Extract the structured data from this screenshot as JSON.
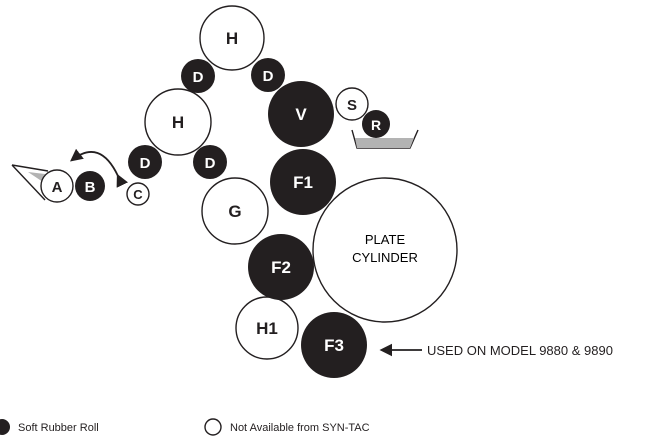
{
  "colors": {
    "soft_roll_fill": "#231f20",
    "hard_roll_fill": "#ffffff",
    "stroke": "#231f20",
    "tray_fill": "#b3b3b3"
  },
  "rolls": {
    "h_top": "H",
    "d_top_left": "D",
    "d_top_right": "D",
    "h_mid": "H",
    "v": "V",
    "s": "S",
    "r": "R",
    "d_mid_left": "D",
    "d_mid_right": "D",
    "a": "A",
    "b": "B",
    "c": "C",
    "f1": "F1",
    "g": "G",
    "f2": "F2",
    "h1": "H1",
    "f3": "F3"
  },
  "plate_cylinder": {
    "line1": "PLATE",
    "line2": "CYLINDER"
  },
  "annotation": {
    "text": "USED ON MODEL 9880 & 9890"
  },
  "legend": {
    "soft_roll": "Soft Rubber Roll",
    "not_available": "Not Available from SYN-TAC"
  }
}
